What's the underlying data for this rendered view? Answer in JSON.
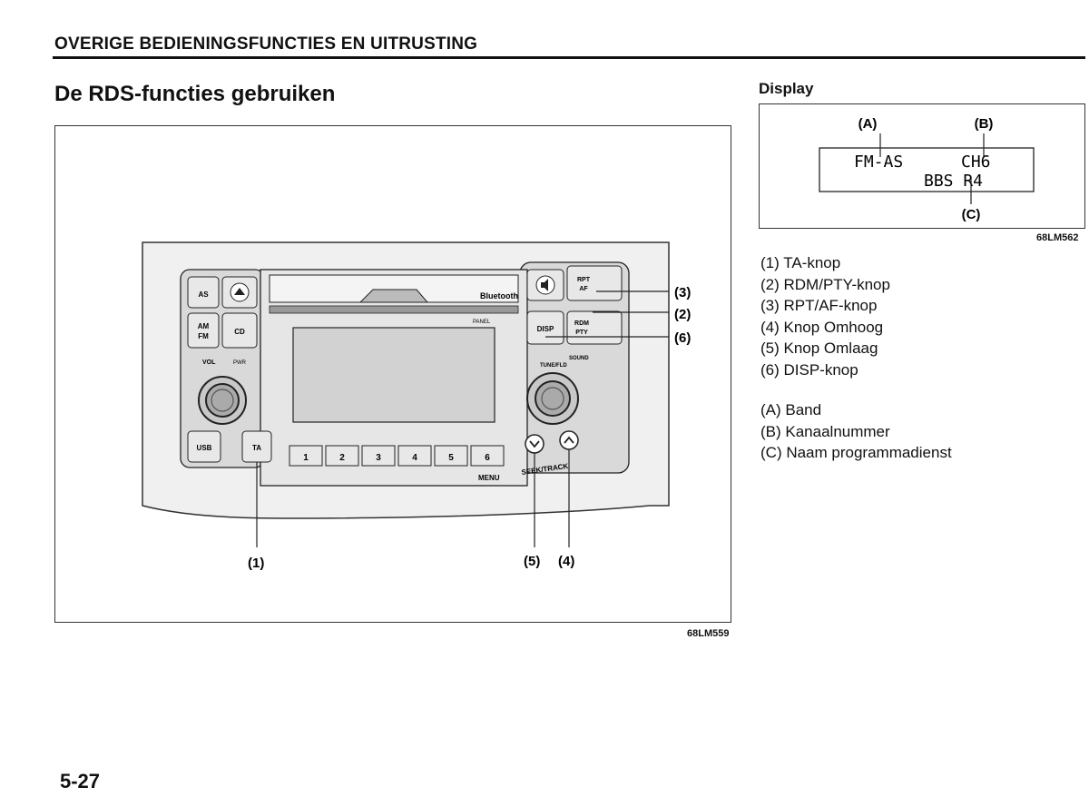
{
  "header": {
    "section_title": "OVERIGE BEDIENINGSFUNCTIES EN UITRUSTING",
    "page_title": "De RDS-functies gebruiken"
  },
  "figure": {
    "code": "68LM559",
    "callouts": {
      "c1": "(1)",
      "c2": "(2)",
      "c3": "(3)",
      "c4": "(4)",
      "c5": "(5)",
      "c6": "(6)"
    },
    "buttons": {
      "as": "AS",
      "am": "AM",
      "fm": "FM",
      "cd": "CD",
      "usb": "USB",
      "ta": "TA",
      "vol": "VOL",
      "pwr": "PWR",
      "disp": "DISP",
      "rpt": "RPT",
      "af": "AF",
      "rdm": "RDM",
      "pty": "PTY",
      "bluetooth": "Bluetooth",
      "panel": "PANEL",
      "sound": "SOUND",
      "tune_fld": "TUNE/FLD",
      "menu": "MENU",
      "seek_track": "SEEK/TRACK",
      "presets": [
        "1",
        "2",
        "3",
        "4",
        "5",
        "6"
      ]
    }
  },
  "display": {
    "label": "Display",
    "code": "68LM562",
    "label_a": "(A)",
    "label_b": "(B)",
    "label_c": "(C)",
    "line1_band": "FM-AS",
    "line1_channel": "CH6",
    "line2": "BBS R4"
  },
  "legend": [
    "(1) TA-knop",
    "(2) RDM/PTY-knop",
    "(3) RPT/AF-knop",
    "(4) Knop Omhoog",
    "(5) Knop Omlaag",
    "(6) DISP-knop"
  ],
  "legend2": [
    "(A) Band",
    "(B) Kanaalnummer",
    "(C) Naam programmadienst"
  ],
  "page_number": "5-27"
}
